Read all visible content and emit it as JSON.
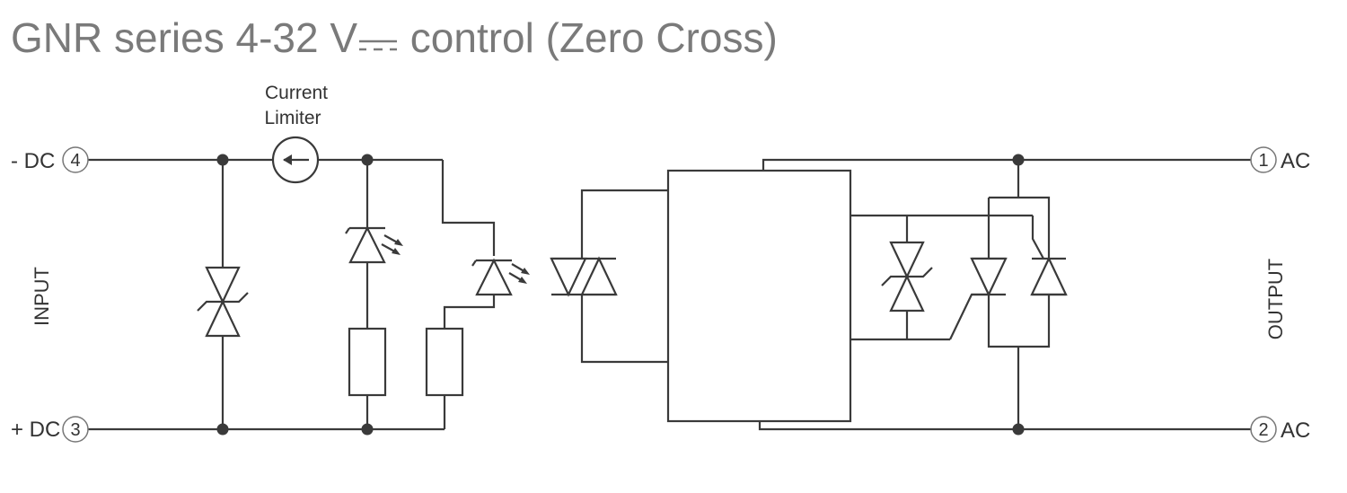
{
  "title": {
    "prefix": "GNR series 4-32 V",
    "suffix": " control (Zero Cross)"
  },
  "labels": {
    "current_limiter_line1": "Current",
    "current_limiter_line2": "Limiter",
    "input": "INPUT",
    "output": "OUTPUT",
    "neg_dc": "- DC",
    "pos_dc": "+ DC",
    "ac1": "AC",
    "ac2": "AC"
  },
  "pins": {
    "neg_dc": "4",
    "pos_dc": "3",
    "ac1": "1",
    "ac2": "2"
  },
  "colors": {
    "title": "#7a7a7a",
    "wire": "#3a3a3a"
  }
}
